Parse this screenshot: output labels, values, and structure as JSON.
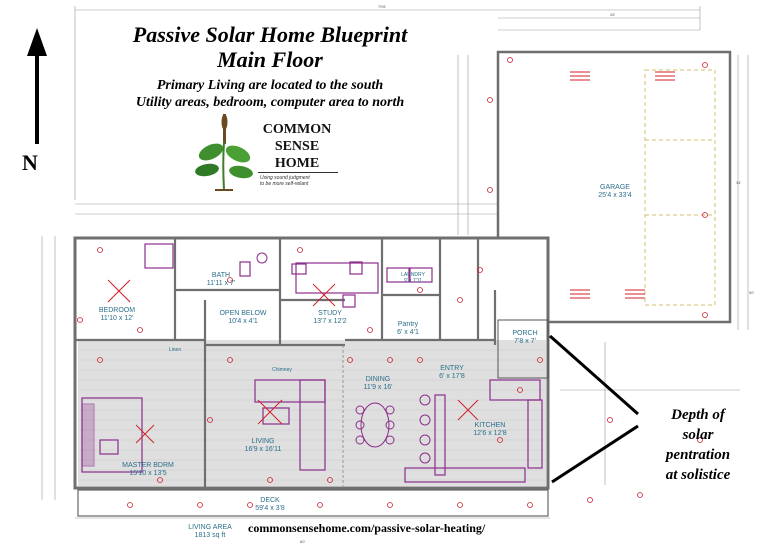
{
  "header": {
    "title_line1": "Passive Solar Home Blueprint",
    "title_line2": "Main Floor",
    "subtitle_line1": "Primary Living are located to the south",
    "subtitle_line2": "Utility areas, bedroom, computer area to north"
  },
  "logo": {
    "line1": "COMMON",
    "line2": "SENSE",
    "line3": "HOME",
    "tagline_1": "Using sound judgment",
    "tagline_2": "to be more self-reliant"
  },
  "compass": {
    "label": "N"
  },
  "rooms": {
    "garage": {
      "name": "GARAGE",
      "size": "25'4 x 33'4"
    },
    "bath": {
      "name": "BATH",
      "size": "11'11 x 7'"
    },
    "bedroom": {
      "name": "BEDROOM",
      "size": "11'10 x 12'"
    },
    "open_below": {
      "name": "OPEN BELOW",
      "size": "10'4 x 4'1"
    },
    "study": {
      "name": "STUDY",
      "size": "13'7 x 12'2"
    },
    "laundry": {
      "name": "LAUNDRY",
      "size": "9' x 7'11"
    },
    "pantry": {
      "name": "Pantry",
      "size": "6' x 4'1"
    },
    "porch": {
      "name": "PORCH",
      "size": "7'8 x 7'"
    },
    "linen": {
      "name": "Linen"
    },
    "chimney": {
      "name": "Chimney"
    },
    "dining": {
      "name": "DINING",
      "size": "11'9 x 16'"
    },
    "entry": {
      "name": "ENTRY",
      "size": "6' x 17'8"
    },
    "master": {
      "name": "MASTER BDRM",
      "size": "15'10 x 13'5"
    },
    "living": {
      "name": "LIVING",
      "size": "16'9 x 16'11"
    },
    "kitchen": {
      "name": "KITCHEN",
      "size": "12'6 x 12'8"
    },
    "deck": {
      "name": "DECK",
      "size": "59'4 x 3'8"
    }
  },
  "dimensions": {
    "top_overall": "79'8",
    "garage_width": "26'",
    "garage_side": "34'",
    "overall_right": "50'",
    "bottom_overall": "60'"
  },
  "living_area": {
    "label": "LIVING AREA",
    "size": "1813 sq ft"
  },
  "callout": {
    "line1": "Depth of",
    "line2": "solar",
    "line3": "pentration",
    "line4": "at solistice"
  },
  "footer": {
    "url": "commonsensehome.com/passive-solar-heating/"
  },
  "colors": {
    "walls": "#7a7a7a",
    "room_label": "#2a6f8a",
    "fixtures": "#8b2d8b",
    "outlets": "#d0202a",
    "shade": "#d9d9d9"
  }
}
